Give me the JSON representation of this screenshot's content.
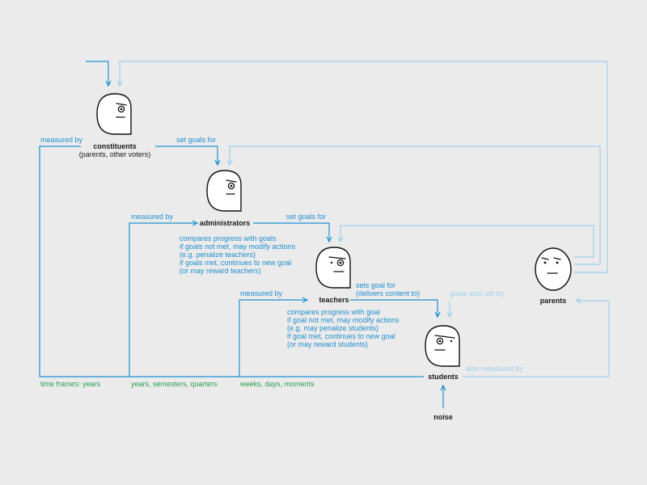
{
  "colors": {
    "background": "#ebebeb",
    "dark_blue": "#1e8fd0",
    "light_blue": "#9fd0ec",
    "green": "#2a9d4c",
    "text": "#1a1a1a"
  },
  "nodes": {
    "constituents": {
      "label": "constituents",
      "sublabel": "(parents, other voters)"
    },
    "administrators": {
      "label": "administrators"
    },
    "teachers": {
      "label": "teachers"
    },
    "students": {
      "label": "students"
    },
    "parents": {
      "label": "parents"
    },
    "noise": {
      "label": "noise"
    }
  },
  "edges": {
    "constituents_measured_by": "measured by",
    "constituents_set_goals": "set goals for",
    "administrators_measured_by": "measured by",
    "administrators_set_goals": "set goals for",
    "teachers_measured_by": "measured by",
    "teachers_sets_goal": [
      "sets goal for",
      "(delivers content to)"
    ],
    "parents_goals_also": "goals also set by",
    "parents_also_measured": "also measured by"
  },
  "notes": {
    "administrators": [
      "compares progress with goals",
      "if goals not met, may modify actions",
      "(e.g. penalize teachers)",
      "if goals met, continues to new goal",
      "(or may reward teachers)"
    ],
    "teachers": [
      "compares progress with goal",
      "if goal not met, may modify actions",
      "(e.g. may penalize students)",
      "if goal met, continues to new goal",
      "(or may reward students)"
    ]
  },
  "time_frames": {
    "constituents": "time frames: years",
    "administrators": "years, semesters, quarters",
    "teachers": "weeks, days, moments"
  }
}
